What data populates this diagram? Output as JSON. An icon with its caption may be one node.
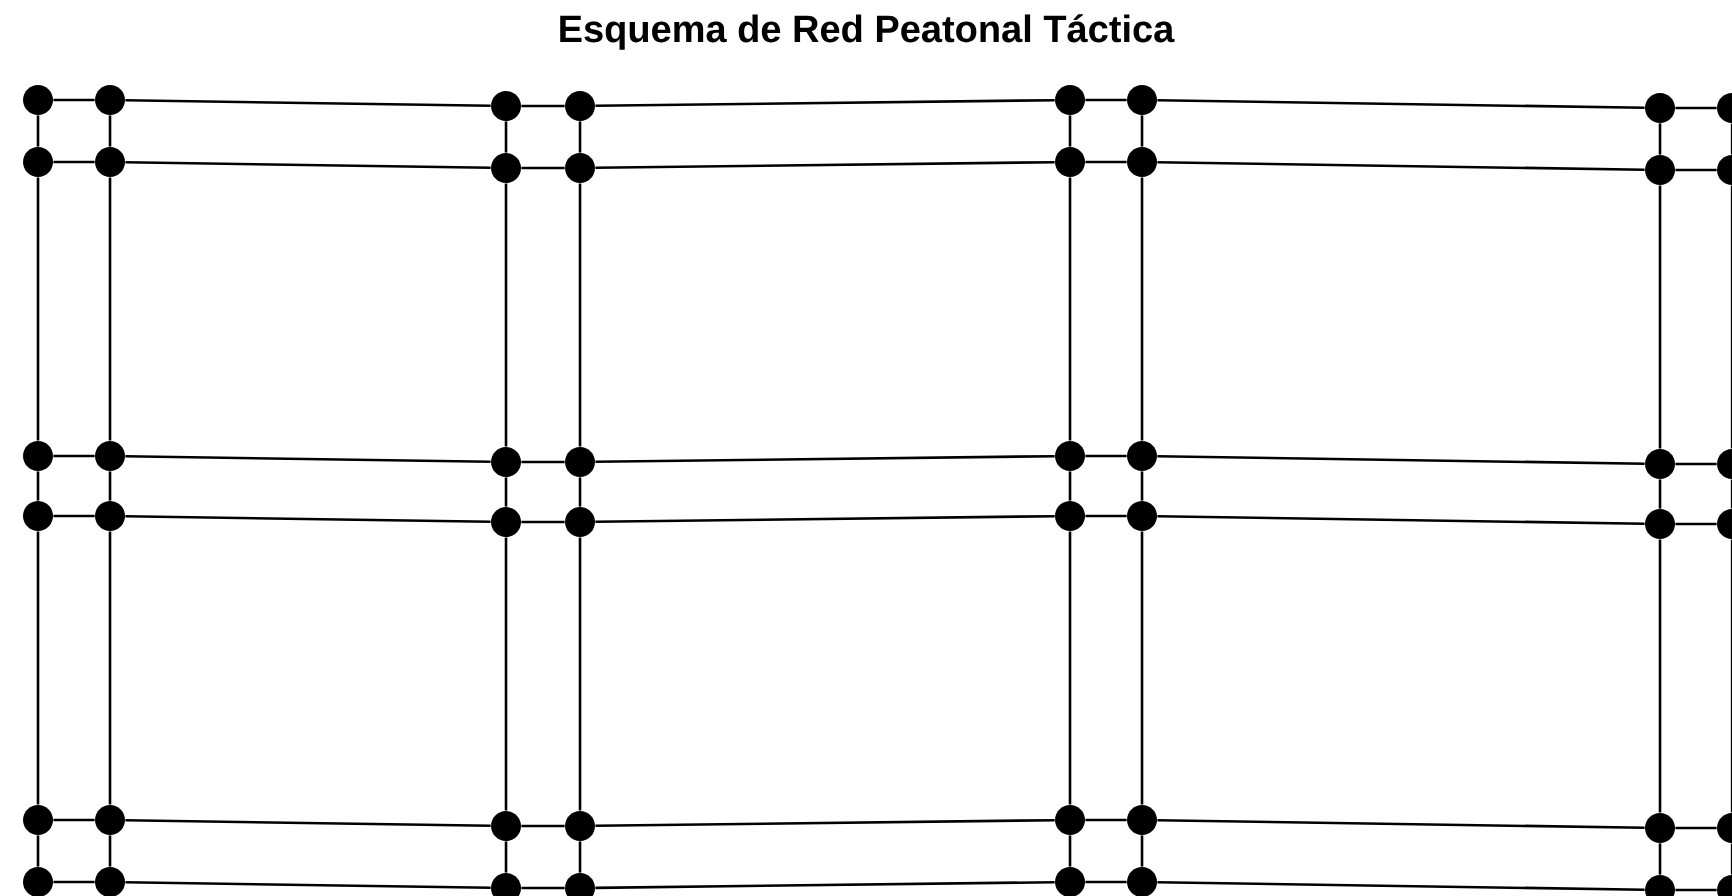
{
  "diagram": {
    "title": "Esquema de Red Peatonal Táctica",
    "nodes": [
      {
        "text": [],
        "shape": "circle"
      },
      {
        "text": [],
        "shape": "circle"
      },
      {
        "text": [],
        "shape": "circle"
      },
      {
        "text": [],
        "shape": "circle"
      },
      {
        "text": [],
        "shape": "circle"
      },
      {
        "text": [],
        "shape": "circle"
      },
      {
        "text": [],
        "shape": "circle"
      },
      {
        "text": [],
        "shape": "circle"
      },
      {
        "text": [],
        "shape": "circle"
      },
      {
        "text": [],
        "shape": "circle"
      },
      {
        "text": [],
        "shape": "circle"
      },
      {
        "text": [],
        "shape": "circle"
      },
      {
        "text": [],
        "shape": "circle"
      },
      {
        "text": [],
        "shape": "circle"
      },
      {
        "text": [],
        "shape": "circle"
      },
      {
        "text": [],
        "shape": "circle"
      },
      {
        "text": [],
        "shape": "circle"
      },
      {
        "text": [],
        "shape": "circle"
      },
      {
        "text": [],
        "shape": "circle"
      },
      {
        "text": [],
        "shape": "circle"
      },
      {
        "text": [],
        "shape": "circle"
      },
      {
        "text": [],
        "shape": "circle"
      },
      {
        "text": [],
        "shape": "circle"
      },
      {
        "text": [],
        "shape": "circle"
      },
      {
        "text": [],
        "shape": "circle"
      },
      {
        "text": [],
        "shape": "circle"
      },
      {
        "text": [],
        "shape": "circle"
      },
      {
        "text": [],
        "shape": "circle"
      },
      {
        "text": [],
        "shape": "circle"
      },
      {
        "text": [],
        "shape": "circle"
      },
      {
        "text": [],
        "shape": "circle"
      },
      {
        "text": [],
        "shape": "circle"
      },
      {
        "text": [],
        "shape": "circle"
      },
      {
        "text": [],
        "shape": "circle"
      },
      {
        "text": [],
        "shape": "circle"
      },
      {
        "text": [],
        "shape": "circle"
      },
      {
        "text": [],
        "shape": "circle"
      },
      {
        "text": [],
        "shape": "circle"
      },
      {
        "text": [],
        "shape": "circle"
      },
      {
        "text": [],
        "shape": "circle"
      },
      {
        "text": [],
        "shape": "circle"
      },
      {
        "text": [],
        "shape": "circle"
      },
      {
        "text": [],
        "shape": "circle"
      },
      {
        "text": [],
        "shape": "circle"
      },
      {
        "text": [],
        "shape": "circle"
      },
      {
        "text": [],
        "shape": "circle"
      },
      {
        "text": [],
        "shape": "circle"
      },
      {
        "text": [],
        "shape": "circle"
      }
    ],
    "edges": [
      {
        "from": 0,
        "to": 1,
        "arrow": "none"
      },
      {
        "from": 1,
        "to": 2,
        "arrow": "none"
      },
      {
        "from": 2,
        "to": 3,
        "arrow": "none"
      },
      {
        "from": 3,
        "to": 4,
        "arrow": "none"
      },
      {
        "from": 4,
        "to": 5,
        "arrow": "none"
      },
      {
        "from": 5,
        "to": 6,
        "arrow": "none"
      },
      {
        "from": 6,
        "to": 7,
        "arrow": "none"
      },
      {
        "from": 8,
        "to": 9,
        "arrow": "none"
      },
      {
        "from": 9,
        "to": 10,
        "arrow": "none"
      },
      {
        "from": 10,
        "to": 11,
        "arrow": "none"
      },
      {
        "from": 11,
        "to": 12,
        "arrow": "none"
      },
      {
        "from": 12,
        "to": 13,
        "arrow": "none"
      },
      {
        "from": 13,
        "to": 14,
        "arrow": "none"
      },
      {
        "from": 14,
        "to": 15,
        "arrow": "none"
      },
      {
        "from": 16,
        "to": 17,
        "arrow": "none"
      },
      {
        "from": 17,
        "to": 18,
        "arrow": "none"
      },
      {
        "from": 18,
        "to": 19,
        "arrow": "none"
      },
      {
        "from": 19,
        "to": 20,
        "arrow": "none"
      },
      {
        "from": 20,
        "to": 21,
        "arrow": "none"
      },
      {
        "from": 21,
        "to": 22,
        "arrow": "none"
      },
      {
        "from": 22,
        "to": 23,
        "arrow": "none"
      },
      {
        "from": 24,
        "to": 25,
        "arrow": "none"
      },
      {
        "from": 25,
        "to": 26,
        "arrow": "none"
      },
      {
        "from": 26,
        "to": 27,
        "arrow": "none"
      },
      {
        "from": 27,
        "to": 28,
        "arrow": "none"
      },
      {
        "from": 28,
        "to": 29,
        "arrow": "none"
      },
      {
        "from": 29,
        "to": 30,
        "arrow": "none"
      },
      {
        "from": 30,
        "to": 31,
        "arrow": "none"
      },
      {
        "from": 32,
        "to": 33,
        "arrow": "none"
      },
      {
        "from": 33,
        "to": 34,
        "arrow": "none"
      },
      {
        "from": 34,
        "to": 35,
        "arrow": "none"
      },
      {
        "from": 35,
        "to": 36,
        "arrow": "none"
      },
      {
        "from": 36,
        "to": 37,
        "arrow": "none"
      },
      {
        "from": 37,
        "to": 38,
        "arrow": "none"
      },
      {
        "from": 38,
        "to": 39,
        "arrow": "none"
      },
      {
        "from": 40,
        "to": 41,
        "arrow": "none"
      },
      {
        "from": 41,
        "to": 42,
        "arrow": "none"
      },
      {
        "from": 42,
        "to": 43,
        "arrow": "none"
      },
      {
        "from": 43,
        "to": 44,
        "arrow": "none"
      },
      {
        "from": 44,
        "to": 45,
        "arrow": "none"
      },
      {
        "from": 45,
        "to": 46,
        "arrow": "none"
      },
      {
        "from": 46,
        "to": 47,
        "arrow": "none"
      },
      {
        "from": 0,
        "to": 8,
        "arrow": "none"
      },
      {
        "from": 8,
        "to": 16,
        "arrow": "none"
      },
      {
        "from": 16,
        "to": 24,
        "arrow": "none"
      },
      {
        "from": 24,
        "to": 32,
        "arrow": "none"
      },
      {
        "from": 32,
        "to": 40,
        "arrow": "none"
      },
      {
        "from": 1,
        "to": 9,
        "arrow": "none"
      },
      {
        "from": 9,
        "to": 17,
        "arrow": "none"
      },
      {
        "from": 17,
        "to": 25,
        "arrow": "none"
      },
      {
        "from": 25,
        "to": 33,
        "arrow": "none"
      },
      {
        "from": 33,
        "to": 41,
        "arrow": "none"
      },
      {
        "from": 2,
        "to": 10,
        "arrow": "none"
      },
      {
        "from": 10,
        "to": 18,
        "arrow": "none"
      },
      {
        "from": 18,
        "to": 26,
        "arrow": "none"
      },
      {
        "from": 26,
        "to": 34,
        "arrow": "none"
      },
      {
        "from": 34,
        "to": 42,
        "arrow": "none"
      },
      {
        "from": 3,
        "to": 11,
        "arrow": "none"
      },
      {
        "from": 11,
        "to": 19,
        "arrow": "none"
      },
      {
        "from": 19,
        "to": 27,
        "arrow": "none"
      },
      {
        "from": 27,
        "to": 35,
        "arrow": "none"
      },
      {
        "from": 35,
        "to": 43,
        "arrow": "none"
      },
      {
        "from": 4,
        "to": 12,
        "arrow": "none"
      },
      {
        "from": 12,
        "to": 20,
        "arrow": "none"
      },
      {
        "from": 20,
        "to": 28,
        "arrow": "none"
      },
      {
        "from": 28,
        "to": 36,
        "arrow": "none"
      },
      {
        "from": 36,
        "to": 44,
        "arrow": "none"
      },
      {
        "from": 5,
        "to": 13,
        "arrow": "none"
      },
      {
        "from": 13,
        "to": 21,
        "arrow": "none"
      },
      {
        "from": 21,
        "to": 29,
        "arrow": "none"
      },
      {
        "from": 29,
        "to": 37,
        "arrow": "none"
      },
      {
        "from": 37,
        "to": 45,
        "arrow": "none"
      },
      {
        "from": 6,
        "to": 14,
        "arrow": "none"
      },
      {
        "from": 14,
        "to": 22,
        "arrow": "none"
      },
      {
        "from": 22,
        "to": 30,
        "arrow": "none"
      },
      {
        "from": 30,
        "to": 38,
        "arrow": "none"
      },
      {
        "from": 38,
        "to": 46,
        "arrow": "none"
      },
      {
        "from": 7,
        "to": 15,
        "arrow": "none"
      },
      {
        "from": 15,
        "to": 23,
        "arrow": "none"
      },
      {
        "from": 23,
        "to": 31,
        "arrow": "none"
      },
      {
        "from": 31,
        "to": 39,
        "arrow": "none"
      },
      {
        "from": 39,
        "to": 47,
        "arrow": "none"
      }
    ]
  }
}
